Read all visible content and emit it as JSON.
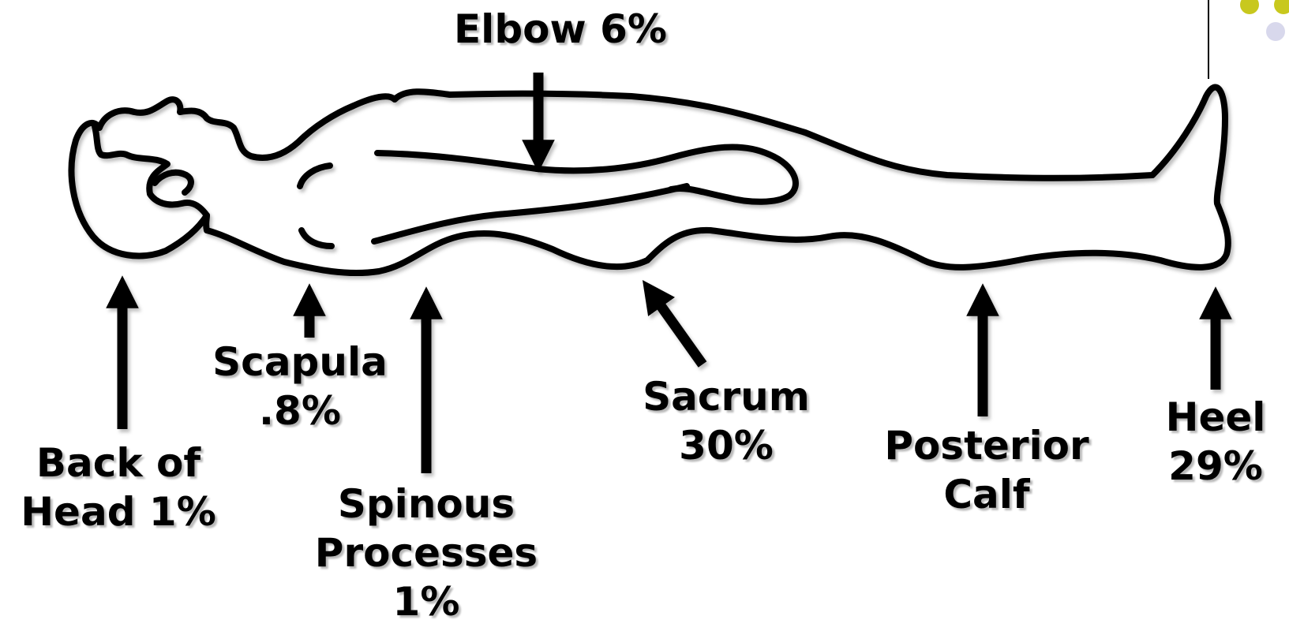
{
  "colors": {
    "line": "#000000",
    "background": "#ffffff",
    "dot_yellow": "#c8c81e",
    "dot_lavender": "#d8d8ec"
  },
  "labels": {
    "elbow": [
      "Elbow 6%"
    ],
    "back_of_head": [
      "Back of",
      "Head 1%"
    ],
    "scapula": [
      "Scapula",
      ".8%"
    ],
    "spinous_processes": [
      "Spinous",
      "Processes",
      "1%"
    ],
    "sacrum": [
      "Sacrum",
      "30%"
    ],
    "posterior_calf": [
      "Posterior",
      "Calf"
    ],
    "heel": [
      "Heel",
      "29%"
    ]
  }
}
